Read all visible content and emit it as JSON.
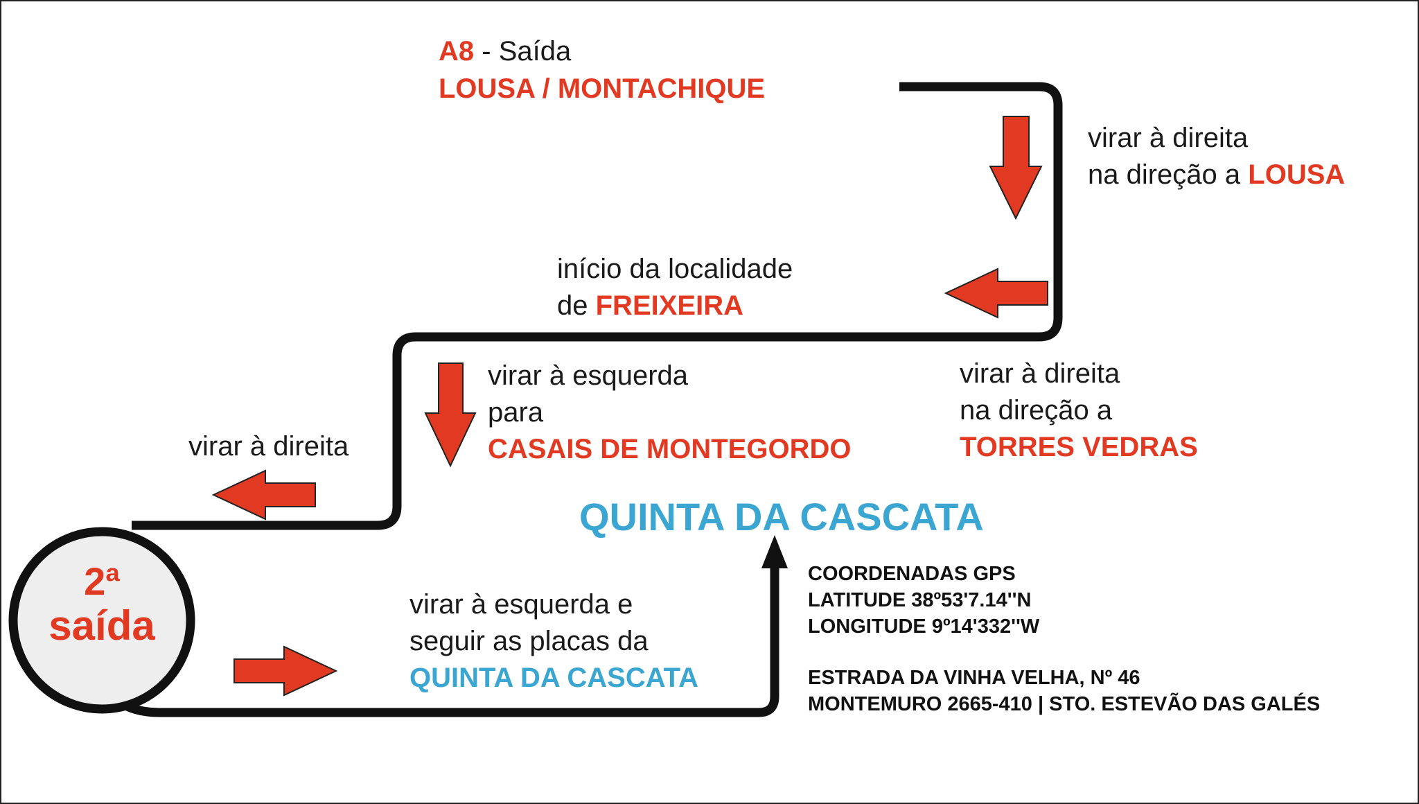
{
  "start": {
    "highway": "A8",
    "exit_word": "- Saída",
    "exit_target": "LOUSA / MONTACHIQUE"
  },
  "step1": {
    "line1": "virar à direita",
    "line2_prefix": "na direção a",
    "line2_target": "LOUSA"
  },
  "step2": {
    "line1": "início da localidade",
    "line2_prefix": "de",
    "line2_target": "FREIXEIRA"
  },
  "step3": {
    "line1": "virar à direita",
    "line2": "na direção a",
    "line3_target": "TORRES VEDRAS"
  },
  "step4": {
    "line1": "virar à esquerda",
    "line2": "para",
    "line3_target": "CASAIS DE MONTEGORDO"
  },
  "step5": {
    "line1": "virar à direita"
  },
  "roundabout": {
    "line1": "2ª",
    "line2": "saída"
  },
  "step6": {
    "line1": "virar à esquerda e",
    "line2": "seguir as placas da",
    "line3_target": "QUINTA DA CASCATA"
  },
  "destination": {
    "name": "QUINTA DA CASCATA"
  },
  "gps": {
    "title": "COORDENADAS GPS",
    "latitude": "LATITUDE 38º53'7.14''N",
    "longitude": "LONGITUDE 9º14'332''W",
    "address_line1": "ESTRADA DA VINHA VELHA, Nº 46",
    "address_line2": "MONTEMURO 2665-410 | STO. ESTEVÃO DAS GALÉS"
  },
  "colors": {
    "accent_red": "#e23a22",
    "accent_blue": "#3aa6d1",
    "route": "#111111",
    "roundabout_fill": "#eeeeee"
  },
  "icons": {
    "route_arrows": "arrow-icon",
    "destination_arrow": "arrow-up-icon"
  }
}
